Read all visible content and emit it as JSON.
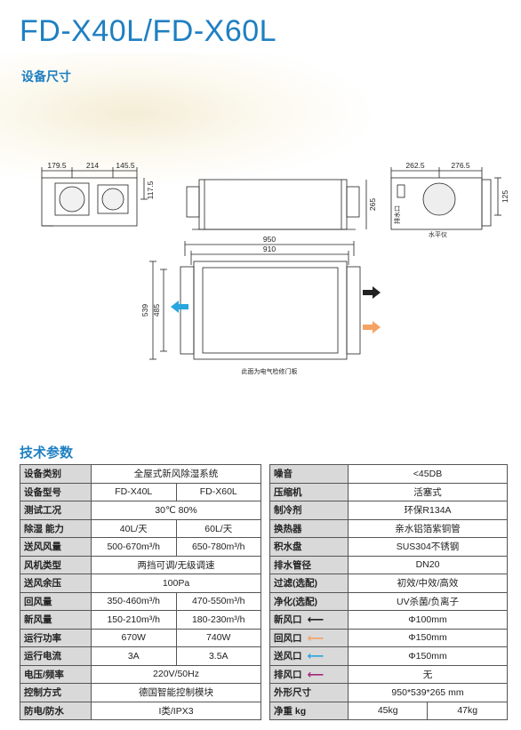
{
  "header": {
    "title": "FD-X40L/FD-X60L",
    "section_dimensions": "设备尺寸",
    "section_specs": "技术参数"
  },
  "drawing": {
    "front_dims": [
      "179.5",
      "214",
      "145.5"
    ],
    "front_height": "117.5",
    "side_height": "265",
    "right_dims": [
      "262.5",
      "276.5"
    ],
    "right_height": "125",
    "right_labels": {
      "drain": "排水口",
      "level": "水平仪"
    },
    "top_dims": [
      "950",
      "910"
    ],
    "top_heights": [
      "539",
      "485"
    ],
    "note": "此面为电气检修门板"
  },
  "colors": {
    "accent": "#1e7fc2",
    "label_bg": "#d9d9d9",
    "arrow_black": "#222222",
    "arrow_orange": "#f5a263",
    "arrow_blue": "#29a6de",
    "arrow_purple": "#a2287a"
  },
  "specs_left": [
    {
      "label": "设备类别",
      "span": "全屋式新风除湿系统"
    },
    {
      "label": "设备型号",
      "v1": "FD-X40L",
      "v2": "FD-X60L"
    },
    {
      "label": "测试工况",
      "span": "30℃ 80%"
    },
    {
      "label": "除湿 能力",
      "v1": "40L/天",
      "v2": "60L/天"
    },
    {
      "label": "送风风量",
      "v1": "500-670m³/h",
      "v2": "650-780m³/h"
    },
    {
      "label": "风机类型",
      "span": "两挡可调/无级调速"
    },
    {
      "label": "送风余压",
      "span": "100Pa"
    },
    {
      "label": "回风量",
      "v1": "350-460m³/h",
      "v2": "470-550m³/h"
    },
    {
      "label": "新风量",
      "v1": "150-210m³/h",
      "v2": "180-230m³/h"
    },
    {
      "label": "运行功率",
      "v1": "670W",
      "v2": "740W"
    },
    {
      "label": "运行电流",
      "v1": "3A",
      "v2": "3.5A"
    },
    {
      "label": "电压/频率",
      "span": "220V/50Hz"
    },
    {
      "label": "控制方式",
      "span": "德国智能控制模块"
    },
    {
      "label": "防电/防水",
      "span": "I类/IPX3"
    }
  ],
  "specs_right": [
    {
      "label": "噪音",
      "span": "<45DB"
    },
    {
      "label": "压缩机",
      "span": "活塞式"
    },
    {
      "label": "制冷剂",
      "span": "环保R134A"
    },
    {
      "label": "换热器",
      "span": "亲水铝箔紫铜管"
    },
    {
      "label": "积水盘",
      "span": "SUS304不锈钢"
    },
    {
      "label": "排水管径",
      "span": "DN20"
    },
    {
      "label": "过滤(选配)",
      "span": "初效/中效/高效"
    },
    {
      "label": "净化(选配)",
      "span": "UV杀菌/负离子"
    },
    {
      "label": "新风口",
      "span": "Φ100mm",
      "arrow": "black"
    },
    {
      "label": "回风口",
      "span": "Φ150mm",
      "arrow": "orange"
    },
    {
      "label": "送风口",
      "span": "Φ150mm",
      "arrow": "blue"
    },
    {
      "label": "排风口",
      "span": "无",
      "arrow": "purple"
    },
    {
      "label": "外形尺寸",
      "span": "950*539*265 mm"
    },
    {
      "label": "净重 kg",
      "v1": "45kg",
      "v2": "47kg"
    }
  ]
}
